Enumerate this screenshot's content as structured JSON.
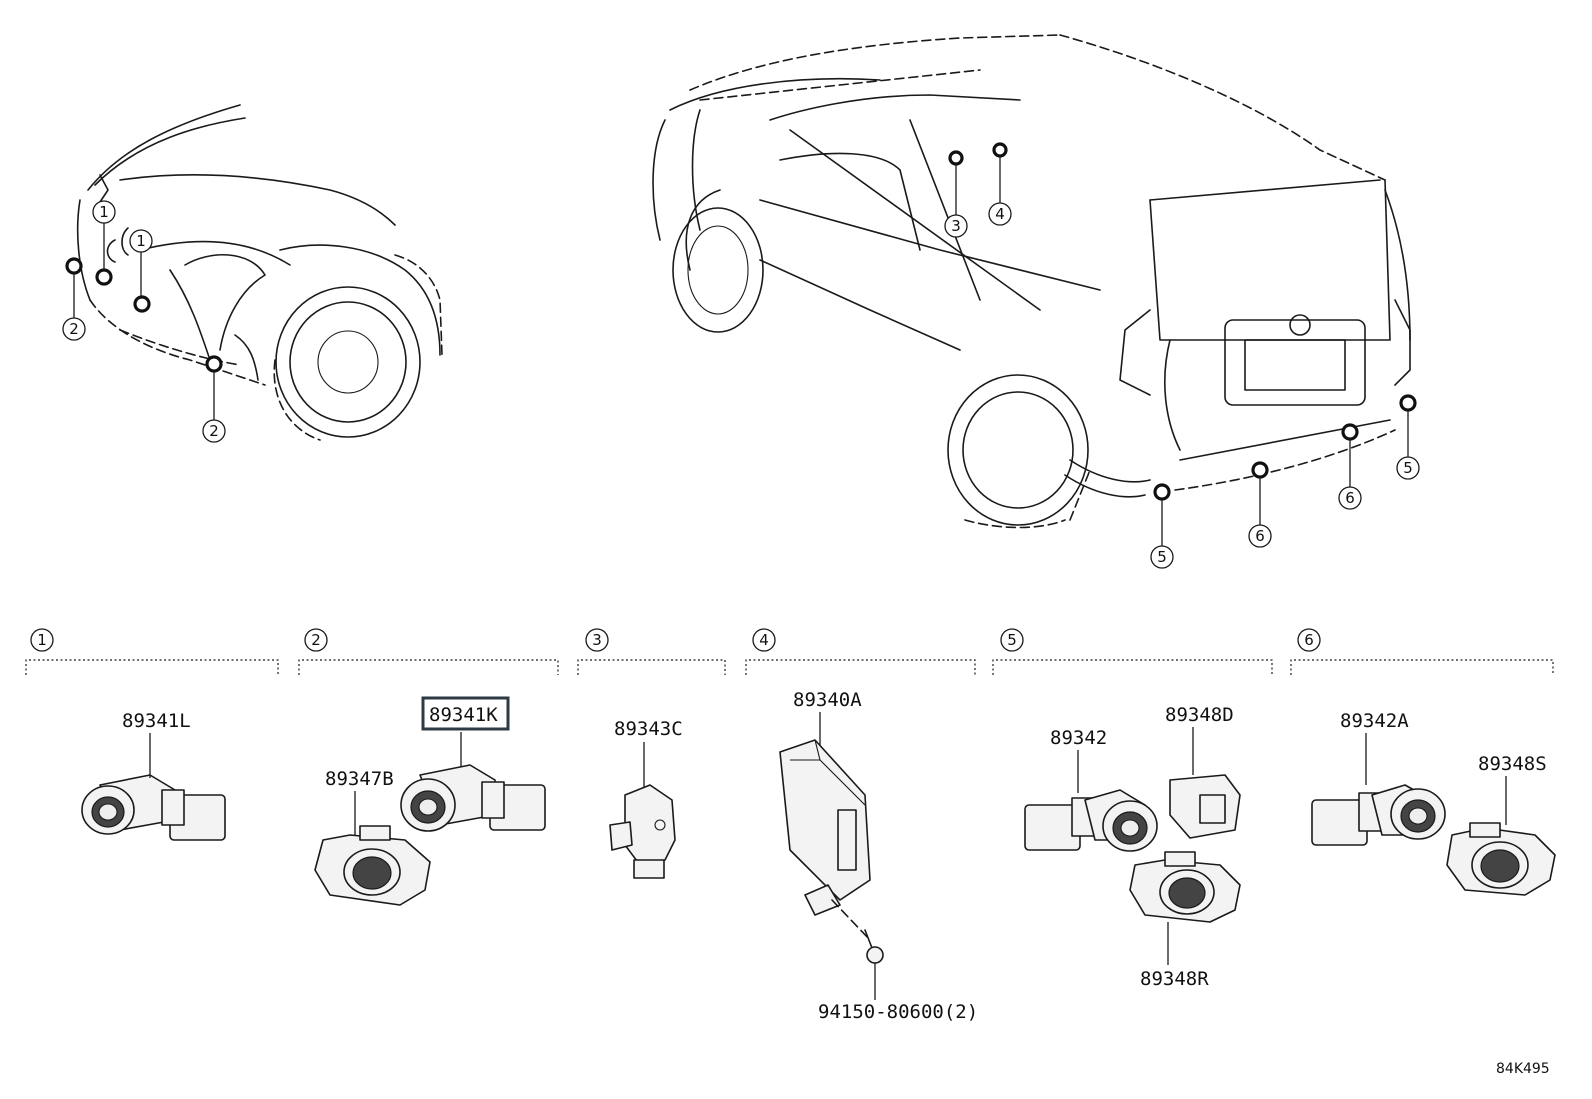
{
  "callouts": [
    "1",
    "2",
    "3",
    "4",
    "5",
    "6"
  ],
  "sections": [
    {
      "number": "1",
      "parts": [
        "89341L"
      ]
    },
    {
      "number": "2",
      "parts": [
        "89341K",
        "89347B"
      ]
    },
    {
      "number": "3",
      "parts": [
        "89343C"
      ]
    },
    {
      "number": "4",
      "parts": [
        "89340A",
        "94150-80600(2)"
      ]
    },
    {
      "number": "5",
      "parts": [
        "89342",
        "89348D",
        "89348R"
      ]
    },
    {
      "number": "6",
      "parts": [
        "89342A",
        "89348S"
      ]
    }
  ],
  "highlighted_part": "89341K",
  "diagram_code": "84K495",
  "colors": {
    "ink": "#1a1a1a",
    "highlight_box": "#2e3b46",
    "background": "#ffffff"
  }
}
